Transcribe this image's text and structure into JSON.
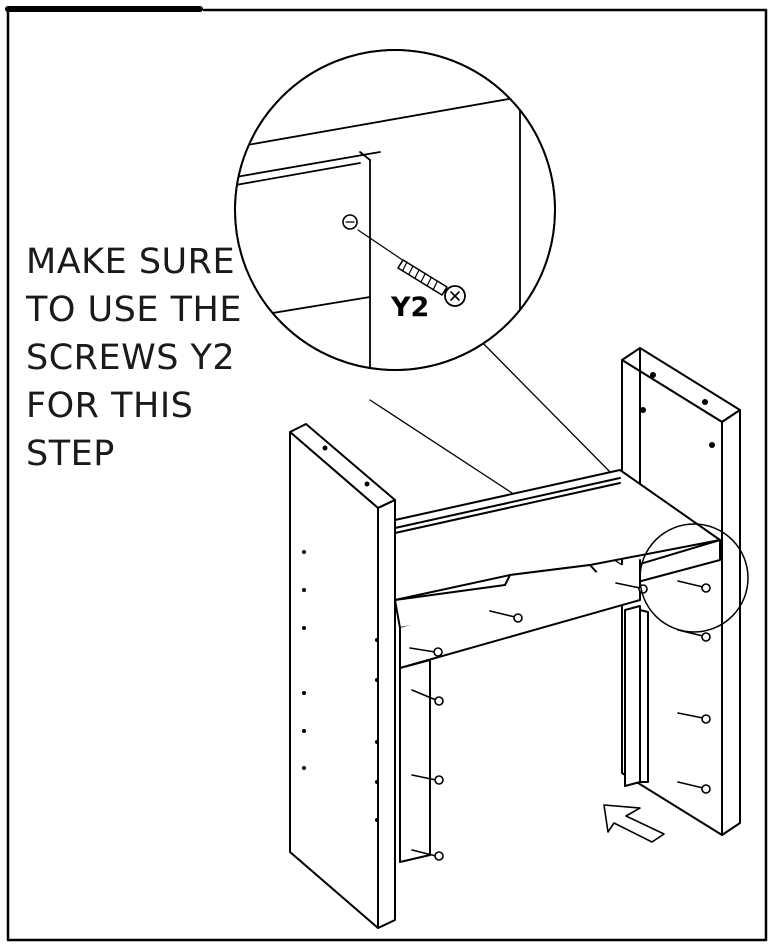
{
  "instruction": {
    "lines": [
      "MAKE SURE",
      "TO USE THE",
      "SCREWS Y2",
      "FOR THIS",
      "STEP"
    ]
  },
  "callout": {
    "part_label": "Y2"
  },
  "colors": {
    "line": "#000000",
    "background": "#ffffff"
  }
}
